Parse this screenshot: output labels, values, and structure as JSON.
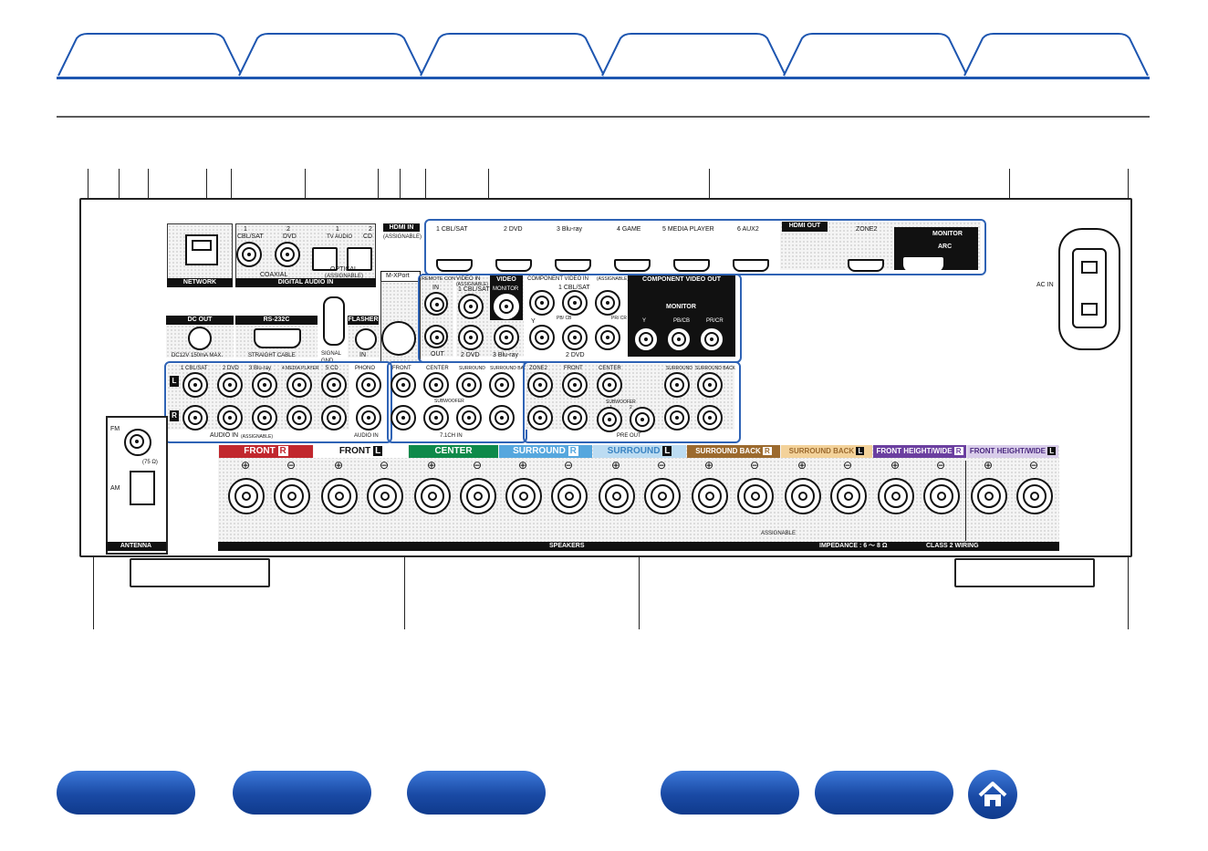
{
  "tabs": [
    "",
    "",
    "",
    "",
    "",
    ""
  ],
  "nav_buttons": [
    "",
    "",
    "",
    "",
    ""
  ],
  "home_icon": "home-icon",
  "colors": {
    "accent": "#1e56b0",
    "front": "#c1272d",
    "center": "#0e8a4a",
    "surround": "#56a7de",
    "surround_back": "#9c6a2e",
    "front_height": "#6b3fa0"
  },
  "panel": {
    "network": "NETWORK",
    "digital_audio_in": "DIGITAL AUDIO IN",
    "coaxial": "COAXIAL",
    "optical": "OPTICAL",
    "assignable": "(ASSIGNABLE)",
    "coax_ports": [
      {
        "num": "1",
        "name": "CBL/SAT"
      },
      {
        "num": "2",
        "name": "DVD"
      }
    ],
    "optical_ports": [
      {
        "num": "1",
        "name": "TV AUDIO"
      },
      {
        "num": "2",
        "name": "CD"
      }
    ],
    "hdmi_in": "HDMI IN",
    "hdmi_in_sub": "(ASSIGNABLE)",
    "hdmi_inputs": [
      "1 CBL/SAT",
      "2 DVD",
      "3 Blu-ray",
      "4 GAME",
      "5 MEDIA PLAYER",
      "6 AUX2"
    ],
    "hdmi_out": "HDMI OUT",
    "zone2": "ZONE2",
    "monitor": "MONITOR",
    "arc": "ARC",
    "mxport": "M-XPort",
    "dc_out": "DC OUT",
    "dc_out_spec": "DC12V 150mA MAX.",
    "rs232c": "RS-232C",
    "straight_cable": "STRAIGHT CABLE",
    "signal_gnd": "SIGNAL GND",
    "flasher": "FLASHER",
    "flasher_in": "IN",
    "remote_control": "REMOTE CONTROL",
    "remote_in": "IN",
    "remote_out": "OUT",
    "video_in": "VIDEO IN",
    "video_in_sub": "(ASSIGNABLE)",
    "video_out": "VIDEO OUT",
    "video_in_ports": [
      "1 CBL/SAT",
      "2 DVD",
      "3 Blu-ray"
    ],
    "video_out_monitor": "MONITOR",
    "component_video_in": "COMPONENT VIDEO IN",
    "component_assignable": "(ASSIGNABLE)",
    "component_in_1": "1 CBL/SAT",
    "component_in_2": "2 DVD",
    "component_labels": [
      "Y",
      "PB/ CB",
      "PR/ CR"
    ],
    "component_video_out": "COMPONENT VIDEO OUT",
    "component_out_monitor": "MONITOR",
    "component_out_labels": [
      "Y",
      "PB/CB",
      "PR/CR"
    ],
    "ac_in": "AC IN",
    "audio_in": "AUDIO IN",
    "audio_in_assignable": "(ASSIGNABLE)",
    "audio_in_ports": [
      "1 CBL/SAT",
      "2 DVD",
      "3 Blu-ray",
      "4 MEDIA PLAYER",
      "5 CD"
    ],
    "phono": "PHONO",
    "audio_in_phono": "AUDIO IN",
    "ch71_in": "7.1CH IN",
    "ch71_labels": [
      "FRONT",
      "CENTER",
      "SURROUND",
      "SURROUND BACK"
    ],
    "ch71_subwoofer": "SUBWOOFER",
    "preout": "PRE OUT",
    "preout_labels": [
      "ZONE2",
      "FRONT",
      "CENTER",
      "SURROUND",
      "SURROUND BACK"
    ],
    "preout_subwoofer": "SUBWOOFER",
    "preout_sub_nums": [
      "1",
      "2"
    ],
    "lr_left": "L",
    "lr_right": "R",
    "antenna": "ANTENNA",
    "fm": "FM",
    "fm_ohm": "(75 Ω)",
    "am": "AM",
    "speakers": "SPEAKERS",
    "impedance": "IMPEDANCE : 6 ～ 8 Ω",
    "class2": "CLASS 2 WIRING",
    "assignable_spk": "ASSIGNABLE",
    "speaker_groups": [
      {
        "name": "FRONT",
        "ch": "R"
      },
      {
        "name": "FRONT",
        "ch": "L"
      },
      {
        "name": "CENTER",
        "ch": ""
      },
      {
        "name": "SURROUND",
        "ch": "R"
      },
      {
        "name": "SURROUND",
        "ch": "L"
      },
      {
        "name": "SURROUND BACK",
        "ch": "R"
      },
      {
        "name": "SURROUND BACK",
        "ch": "L"
      },
      {
        "name": "FRONT HEIGHT/WIDE",
        "ch": "R"
      },
      {
        "name": "FRONT HEIGHT/WIDE",
        "ch": "L"
      }
    ],
    "plus": "⊕",
    "minus": "⊖"
  }
}
